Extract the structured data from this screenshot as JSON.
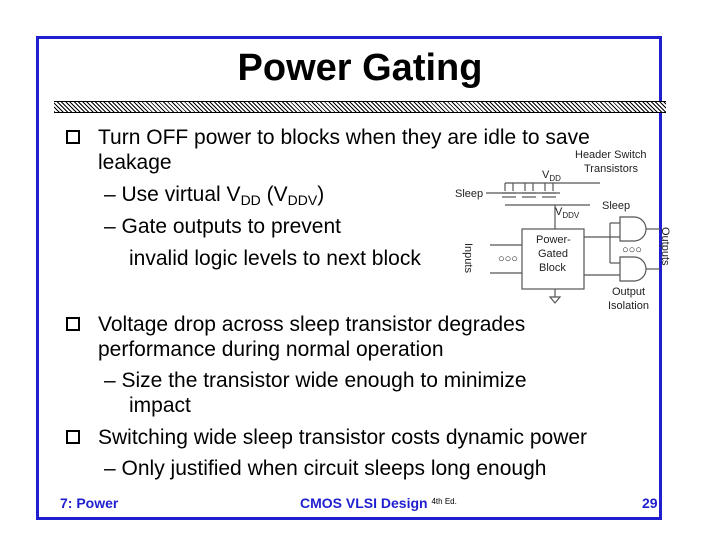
{
  "title": "Power Gating",
  "bullets": [
    {
      "lines": [
        "Turn OFF power to blocks when they are idle to save",
        "leakage"
      ],
      "subs": [
        {
          "prefix": "– Use virtual V",
          "sub1": "DD",
          "mid": " (V",
          "sub2": "DDV",
          "suffix": ")"
        },
        {
          "lines": [
            "– Gate outputs to prevent",
            "invalid logic levels to next block"
          ]
        }
      ]
    },
    {
      "lines": [
        "Voltage drop across sleep transistor degrades",
        "performance during normal operation"
      ],
      "subs": [
        {
          "lines": [
            "– Size the transistor wide enough to minimize",
            "impact"
          ]
        }
      ]
    },
    {
      "lines": [
        "Switching wide sleep transistor costs dynamic power"
      ],
      "subs": [
        {
          "lines": [
            "– Only justified when circuit sleeps long enough"
          ]
        }
      ]
    }
  ],
  "diagram": {
    "header_switch": "Header Switch",
    "transistors": "Transistors",
    "vdd": "V",
    "vdd_sub": "DD",
    "vddv": "V",
    "vddv_sub": "DDV",
    "sleep_left": "Sleep",
    "sleep_right": "Sleep",
    "block_line1": "Power-",
    "block_line2": "Gated",
    "block_line3": "Block",
    "inputs": "Inputs",
    "outputs": "Outputs",
    "output": "Output",
    "isolation": "Isolation",
    "dots": "○○○"
  },
  "footer": {
    "left": "7: Power",
    "center": "CMOS VLSI Design ",
    "center_sup": "4th Ed.",
    "right": "29"
  }
}
